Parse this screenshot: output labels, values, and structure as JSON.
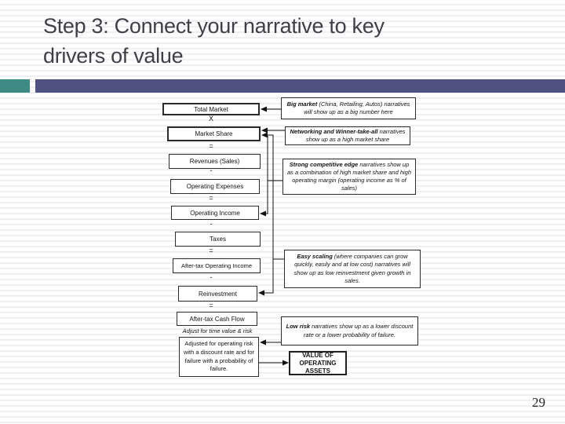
{
  "slide": {
    "title_line1": "Step 3: Connect your narrative to key",
    "title_line2": "drivers of value",
    "page_number": "29"
  },
  "accent": {
    "teal": "#3E8A85",
    "purple": "#4F5180"
  },
  "flowchart": {
    "steps": [
      {
        "label": "Total Market",
        "operator_after": "X"
      },
      {
        "label": "Market Share",
        "operator_after": "="
      },
      {
        "label": "Revenues (Sales)",
        "operator_after": "-"
      },
      {
        "label": "Operating Expenses",
        "operator_after": "="
      },
      {
        "label": "Operating Income",
        "operator_after": "-"
      },
      {
        "label": "Taxes",
        "operator_after": "="
      },
      {
        "label": "After-tax Operating Income",
        "operator_after": "-"
      },
      {
        "label": "Reinvestment",
        "operator_after": "="
      },
      {
        "label": "After-tax Cash Flow",
        "operator_after": ""
      }
    ],
    "adjust_note": "Adjust for time value & risk",
    "risk_box": "Adjusted for operating risk with a discount rate and for failure with a probability of failure.",
    "result_box": "VALUE OF OPERATING ASSETS",
    "notes": [
      {
        "lead": "Big market",
        "rest": " (China, Retailing, Autos) narratives will show up as a big number here"
      },
      {
        "lead": "Networking and Winner-take-all",
        "rest": " narratives show up as a high market share"
      },
      {
        "lead": "Strong competitive edge",
        "rest": " narratives show up as a combination of high market share and high operating margin (operating income as % of sales)"
      },
      {
        "lead": "Easy scaling",
        "rest": " (where companies can grow quickly, easily and at low cost) narratives will show up as low reinvestment given growth in sales."
      },
      {
        "lead": "Low risk",
        "rest": " narratives show up as a lower discount rate or a lower probability of failure."
      }
    ]
  }
}
